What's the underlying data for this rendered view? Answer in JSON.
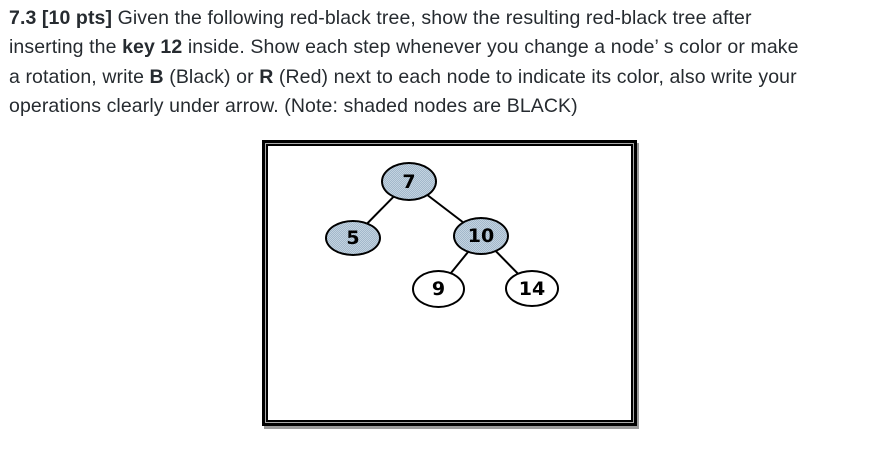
{
  "question": {
    "lines": [
      {
        "segments": [
          {
            "text": "7.3 [10 pts]",
            "bold": true
          },
          {
            "text": " Given the following red-black tree, show the resulting red-black tree after",
            "bold": false
          }
        ]
      },
      {
        "segments": [
          {
            "text": "inserting the ",
            "bold": false
          },
          {
            "text": "key 12",
            "bold": true
          },
          {
            "text": " inside. Show each step whenever you change a node’ s color or make",
            "bold": false
          }
        ]
      },
      {
        "segments": [
          {
            "text": "a rotation, write ",
            "bold": false
          },
          {
            "text": "B",
            "bold": true
          },
          {
            "text": " (Black) or ",
            "bold": false
          },
          {
            "text": "R",
            "bold": true
          },
          {
            "text": " (Red) next to each node to indicate its color, also write your",
            "bold": false
          }
        ]
      },
      {
        "segments": [
          {
            "text": "operations clearly under arrow. (Note: shaded nodes are BLACK)",
            "bold": false
          }
        ]
      }
    ]
  },
  "diagram": {
    "nodes": [
      {
        "label": "7",
        "shaded": true,
        "color_meaning": "black"
      },
      {
        "label": "5",
        "shaded": true,
        "color_meaning": "black"
      },
      {
        "label": "10",
        "shaded": true,
        "color_meaning": "black"
      },
      {
        "label": "9",
        "shaded": false,
        "color_meaning": "red"
      },
      {
        "label": "14",
        "shaded": false,
        "color_meaning": "red"
      }
    ],
    "edges": [
      {
        "from": "7",
        "to": "5"
      },
      {
        "from": "7",
        "to": "10"
      },
      {
        "from": "10",
        "to": "9"
      },
      {
        "from": "10",
        "to": "14"
      }
    ],
    "colors": {
      "node_outline": "#000000",
      "shaded_fill_light": "#c3d3e0",
      "shaded_fill_dark": "#a3b8cb",
      "unshaded_fill": "#ffffff",
      "box_border": "#000000",
      "box_shadow": "#9b9b9b",
      "text": "#262b30"
    }
  }
}
